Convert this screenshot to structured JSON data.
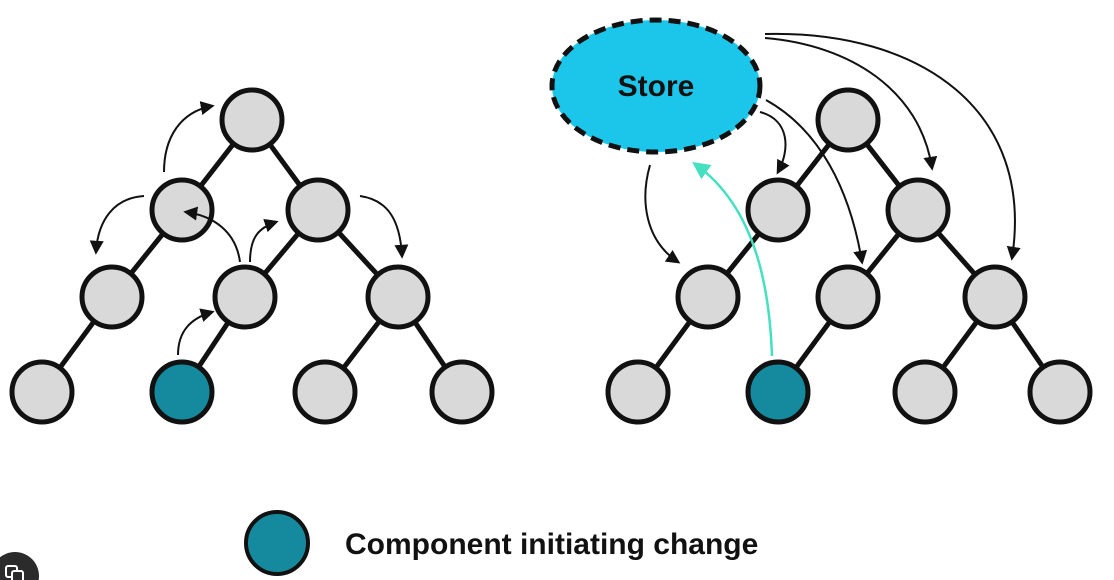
{
  "store": {
    "label": "Store",
    "fill": "#1cc6ea"
  },
  "legend": {
    "label": "Component initiating change",
    "swatch_color": "#158a9e"
  },
  "colors": {
    "node_fill": "#d9d9d9",
    "initiator_fill": "#158a9e",
    "stroke": "#111111",
    "store_update_arrow": "#45e0bf"
  },
  "left_tree": {
    "name": "prop-drilling-tree"
  },
  "right_tree": {
    "name": "store-tree"
  },
  "corner_icon": "copy-icon"
}
